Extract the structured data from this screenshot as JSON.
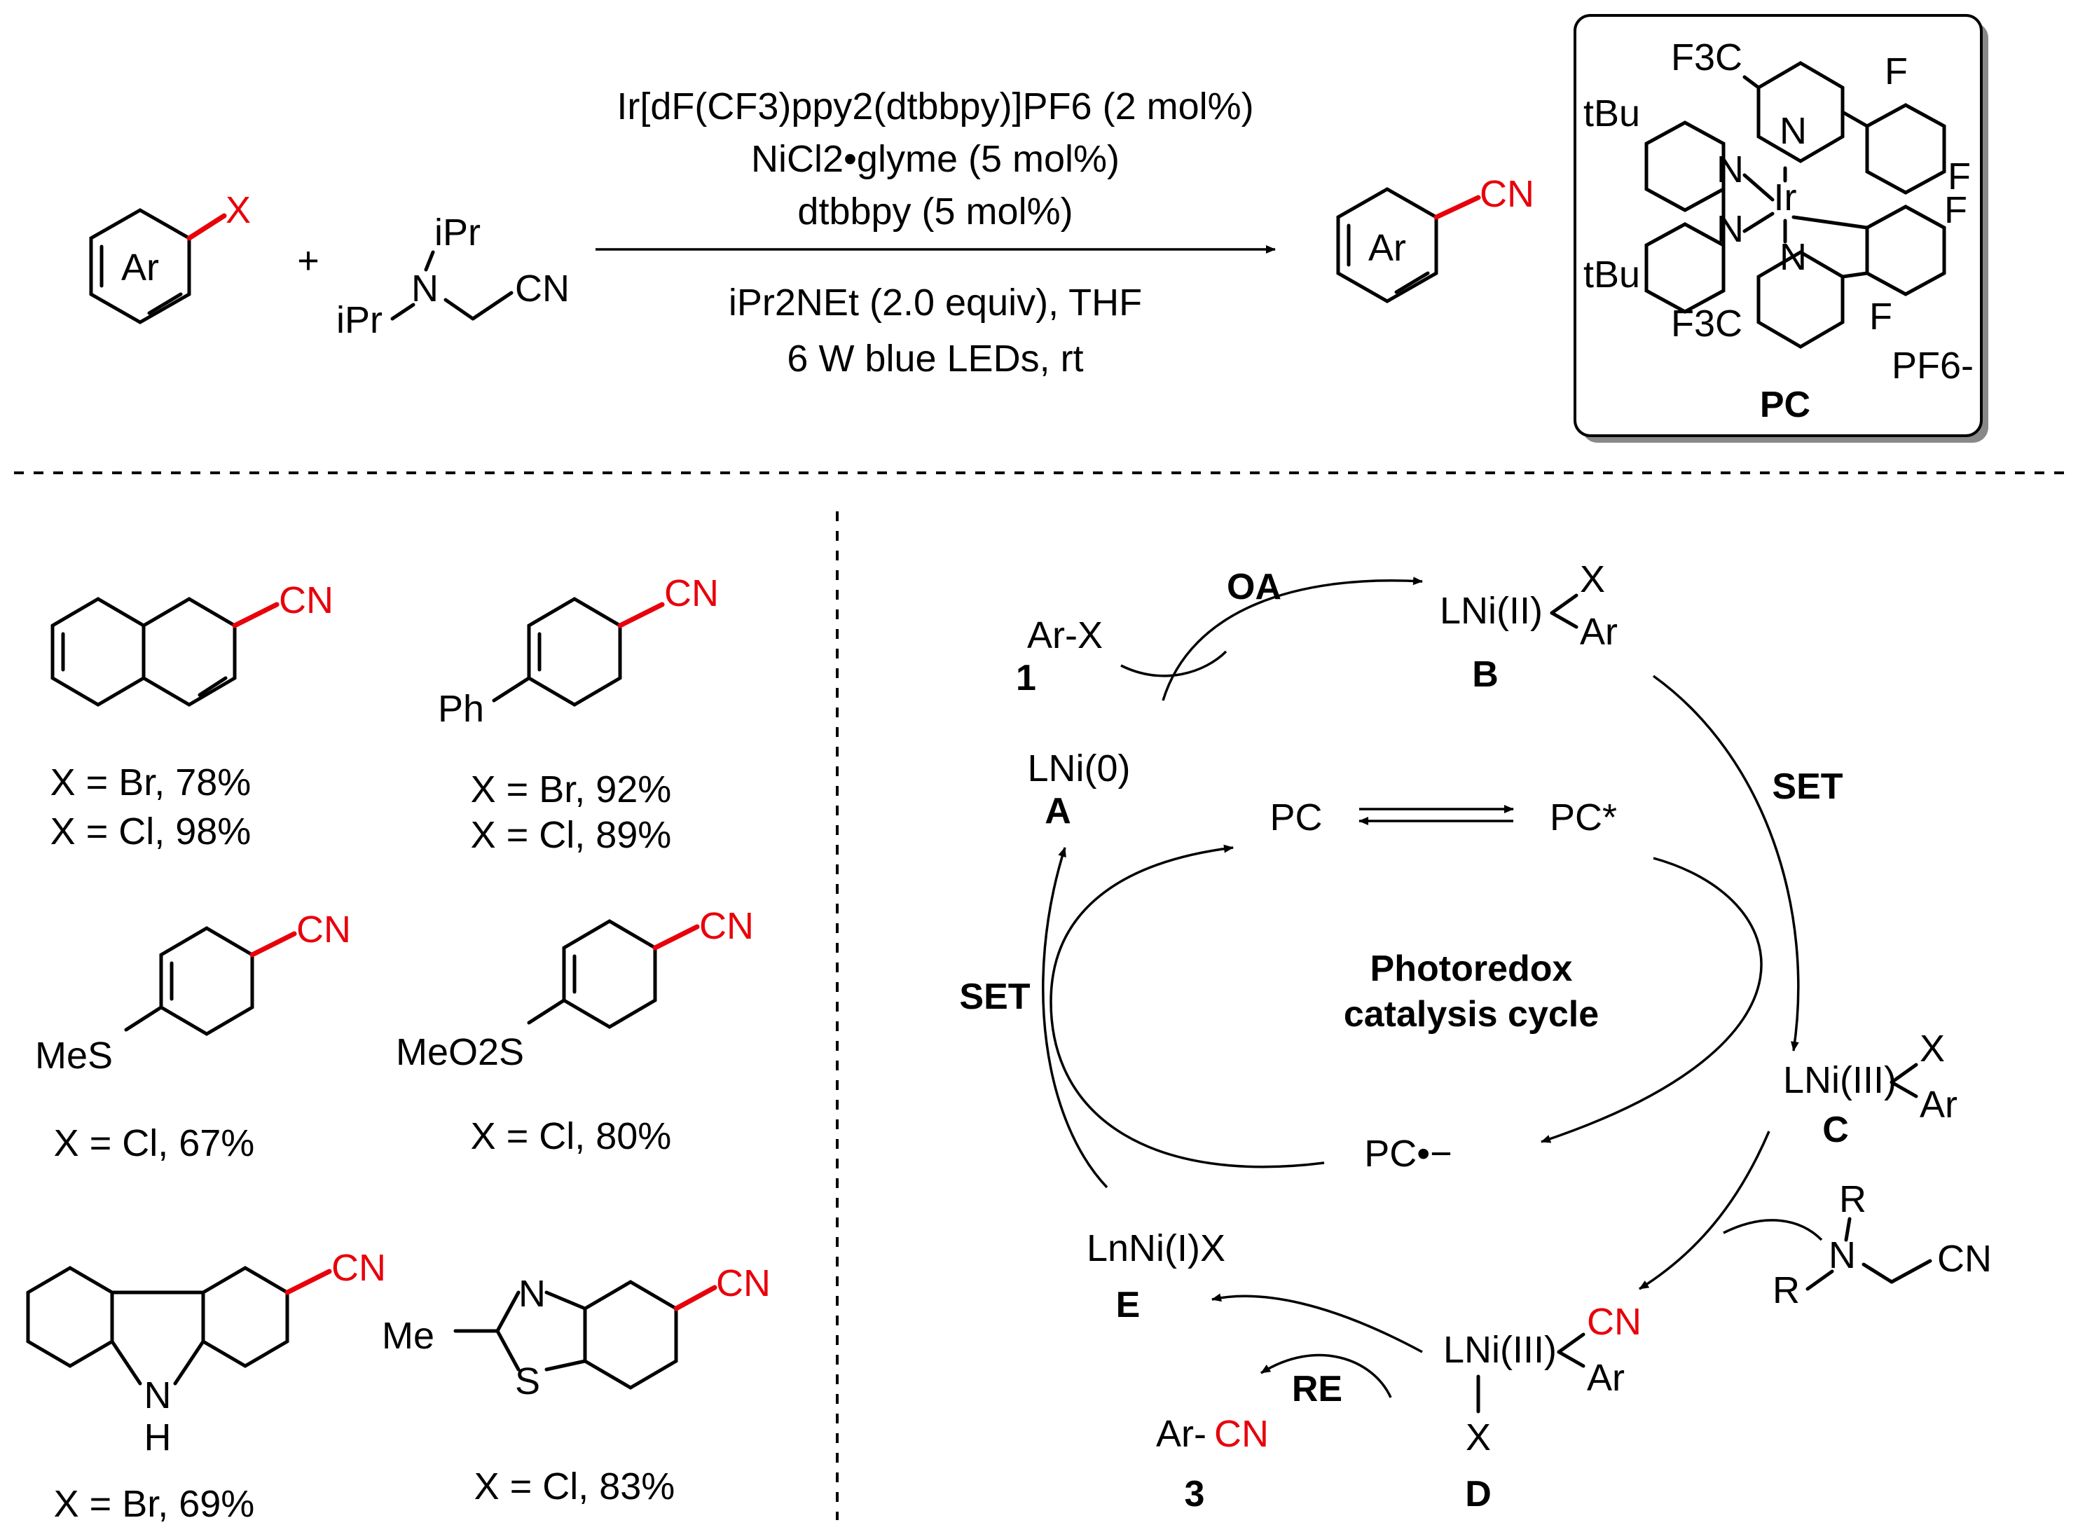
{
  "scheme": {
    "conditions": [
      "Ir[dF(CF3)ppy2(dtbbpy)]PF6 (2 mol%)",
      "NiCl2•glyme (5 mol%)",
      "dtbbpy (5 mol%)",
      "iPr2NEt (2.0 equiv), THF",
      "6 W blue LEDs, rt"
    ],
    "reactant_ar": "Ar",
    "reactant_x": "X",
    "plus": "+",
    "amine_ipr_top": "iPr",
    "amine_ipr_left": "iPr",
    "amine_n": "N",
    "amine_cn": "CN",
    "product_ar": "Ar",
    "product_cn": "CN"
  },
  "catalyst": {
    "label": "PC",
    "ir": "Ir",
    "counterion": "PF6-",
    "tbu": "tBu",
    "cf3": "F3C",
    "f": "F",
    "n": "N"
  },
  "substrates": [
    {
      "line1": "X = Br, 78%",
      "line2": "X = Cl, 98%",
      "cn": "CN"
    },
    {
      "line1": "X = Br, 92%",
      "line2": "X = Cl, 89%",
      "cn": "CN",
      "sub": "Ph"
    },
    {
      "line1": "X = Cl, 67%",
      "cn": "CN",
      "sub": "MeS"
    },
    {
      "line1": "X = Cl, 80%",
      "cn": "CN",
      "sub": "MeO2S"
    },
    {
      "line1": "X = Br, 69%",
      "cn": "CN",
      "nh_n": "N",
      "nh_h": "H"
    },
    {
      "line1": "X = Cl, 83%",
      "cn": "CN",
      "n": "N",
      "s": "S",
      "me": "Me"
    }
  ],
  "cycle": {
    "oa": "OA",
    "set_right": "SET",
    "set_left": "SET",
    "re": "RE",
    "arx": "Ar-X",
    "arx_num": "1",
    "b_formula": "LNi(II)",
    "b_x": "X",
    "b_ar": "Ar",
    "b_label": "B",
    "a_formula": "LNi(0)",
    "a_label": "A",
    "pc": "PC",
    "pc_star": "PC*",
    "pc_anion": "PC•−",
    "center_line1": "Photoredox",
    "center_line2": "catalysis cycle",
    "c_formula": "LNi(III)",
    "c_x": "X",
    "c_ar": "Ar",
    "c_label": "C",
    "amine_r_top": "R",
    "amine_r_left": "R",
    "amine_n": "N",
    "amine_cn": "CN",
    "d_formula": "LNi(III)",
    "d_cn": "CN",
    "d_ar": "Ar",
    "d_x": "X",
    "d_label": "D",
    "e_formula": "LnNi(I)X",
    "e_label": "E",
    "product_ar": "Ar-",
    "product_cn": "CN",
    "product_num": "3"
  }
}
